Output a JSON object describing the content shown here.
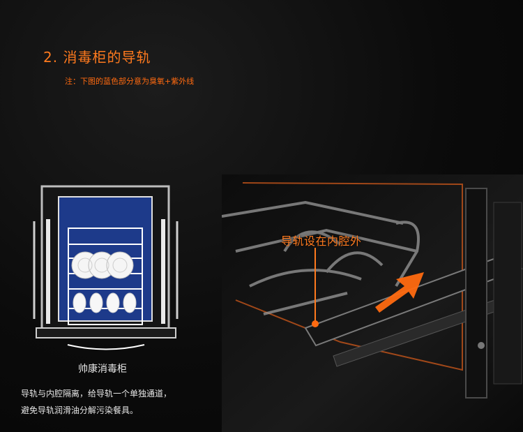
{
  "section": {
    "title": "2. 消毒柜的导轨",
    "note": "注：下图的蓝色部分意为臭氧+紫外线"
  },
  "diagram": {
    "label": "帅康消毒柜",
    "colors": {
      "chamber": "#1d3a8a",
      "frame": "#c9c9c9",
      "rail": "#ffffff"
    }
  },
  "description": {
    "line1": "导轨与内腔隔离，给导轨一个单独通道，",
    "line2": "避免导轨润滑油分解污染餐具。"
  },
  "photo": {
    "callout": "导轨设在内腔外",
    "accent": "#ff6a10"
  }
}
